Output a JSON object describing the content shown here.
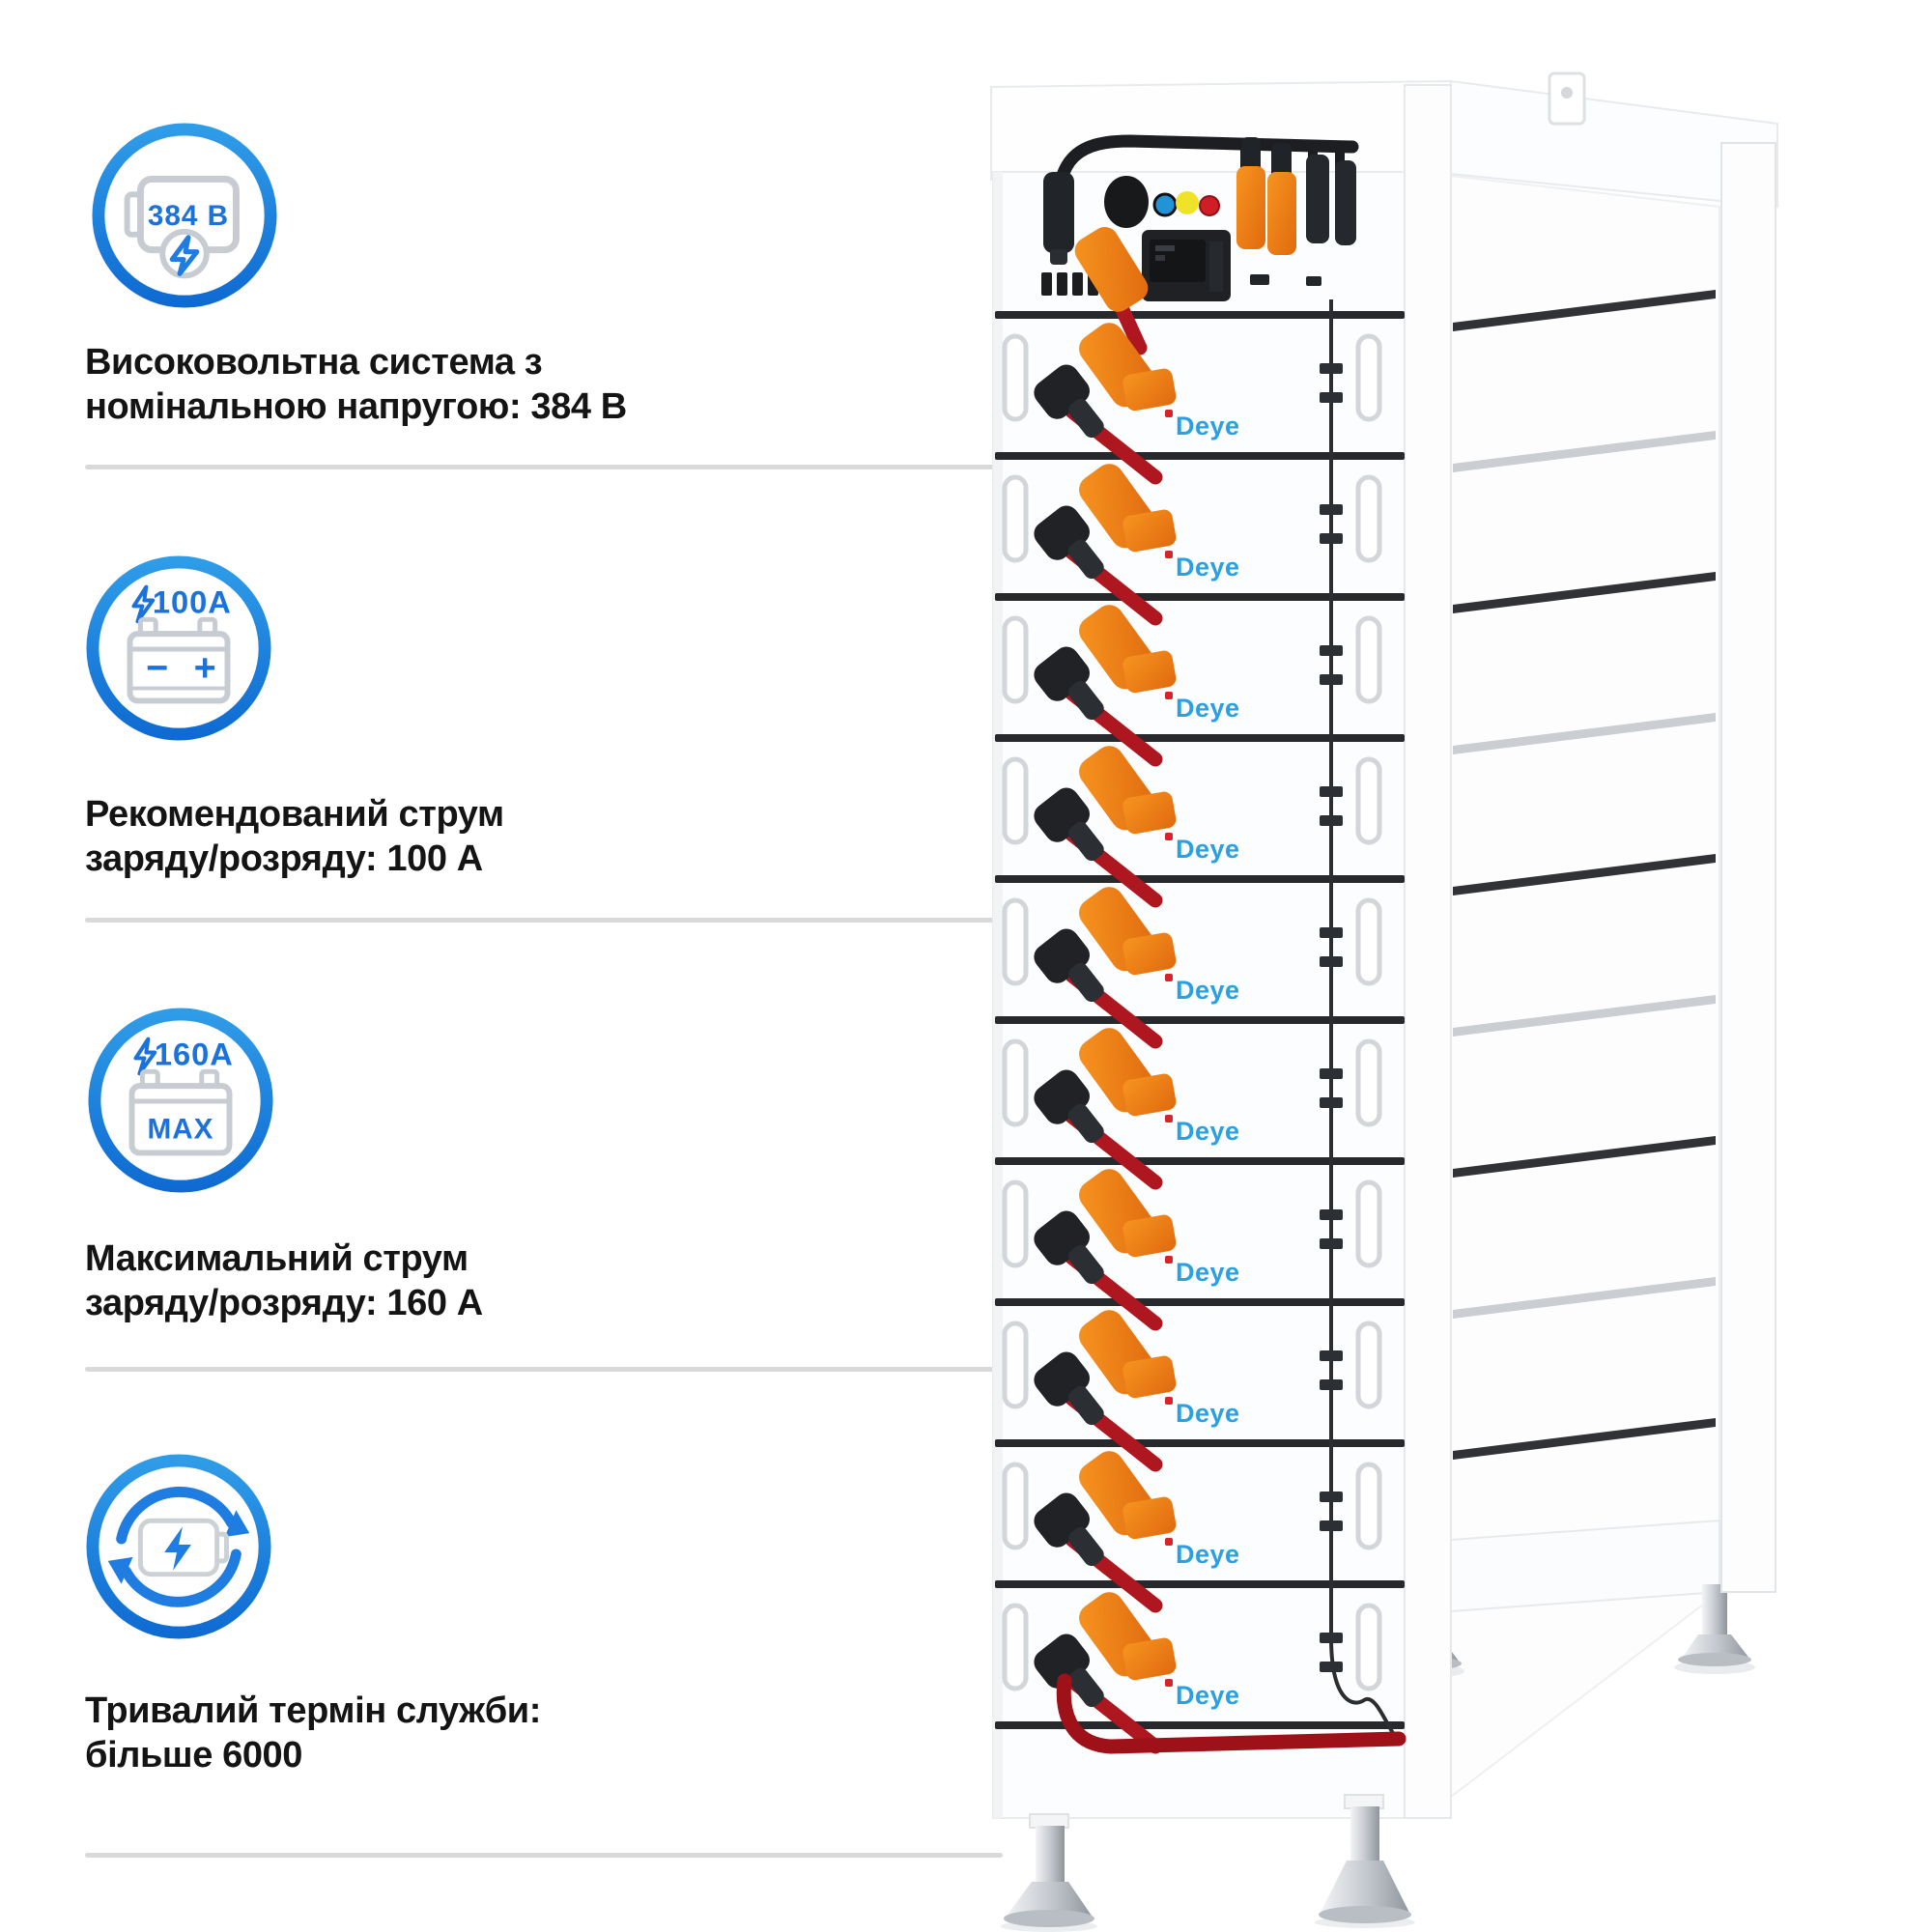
{
  "features": [
    {
      "icon": "high-voltage-battery-icon",
      "icon_value": "384 В",
      "title_line1": "Високовольтна система з",
      "title_line2": "номінальною напругою: 384 В"
    },
    {
      "icon": "recommended-current-battery-icon",
      "icon_value": "100A",
      "icon_minus": "−",
      "icon_plus": "+",
      "title_line1": "Рекомендований струм",
      "title_line2": "заряду/розряду: 100 А"
    },
    {
      "icon": "max-current-battery-icon",
      "icon_value": "160A",
      "icon_badge": "MAX",
      "title_line1": "Максимальний струм",
      "title_line2": "заряду/розряду: 160 А"
    },
    {
      "icon": "battery-cycle-icon",
      "title_line1": "Тривалий термін служби:",
      "title_line2": "більше 6000"
    }
  ],
  "product": {
    "brand_label": "Deye",
    "battery_module_count": 10
  },
  "colors": {
    "accent_blue": "#1b72da",
    "ring_blue_light": "#2f9ce8",
    "ring_blue_dark": "#0f6bd2",
    "icon_gray": "#c7ccd2",
    "text_dark": "#141414",
    "divider_gray": "#d9d9d9",
    "cable_orange": "#f07f1e",
    "cable_red": "#ae1620",
    "connector_black": "#202225"
  }
}
